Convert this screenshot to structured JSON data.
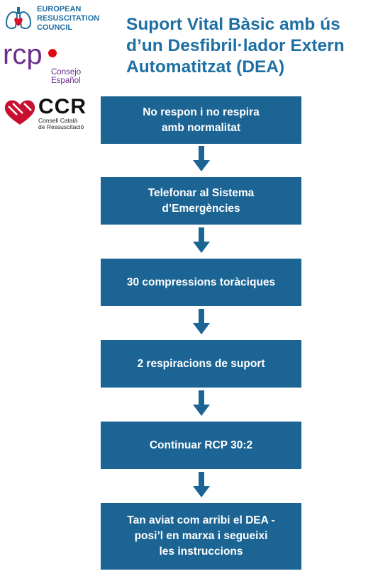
{
  "logos": {
    "erc": {
      "lines": [
        "EUROPEAN",
        "RESUSCITATION",
        "COUNCIL"
      ]
    },
    "rcp": {
      "mark": "rcp",
      "sub_lines": [
        "Consejo",
        "Español"
      ]
    },
    "ccr": {
      "title": "CCR",
      "sub_lines": [
        "Consell Català",
        "de Ressuscitació"
      ]
    }
  },
  "title_lines": [
    "Suport Vital Bàsic amb ús",
    "d’un Desfibril·lador Extern",
    "Automatitzat (DEA)"
  ],
  "steps": [
    {
      "lines": [
        "No respon i no respira",
        "amb normalitat"
      ]
    },
    {
      "lines": [
        "Telefonar al Sistema",
        "d’Emergències"
      ]
    },
    {
      "lines": [
        "30 compressions toràciques"
      ]
    },
    {
      "lines": [
        "2 respiracions de suport"
      ]
    },
    {
      "lines": [
        "Continuar RCP 30:2"
      ]
    },
    {
      "lines": [
        "Tan aviat com arribi el DEA -",
        "posi’l en marxa i segueixi",
        "les instruccions"
      ]
    }
  ],
  "colors": {
    "box": "#1b6494",
    "title": "#1e6fa3",
    "rcp": "#6b2d8c",
    "ccr_heart": "#c8102e"
  }
}
